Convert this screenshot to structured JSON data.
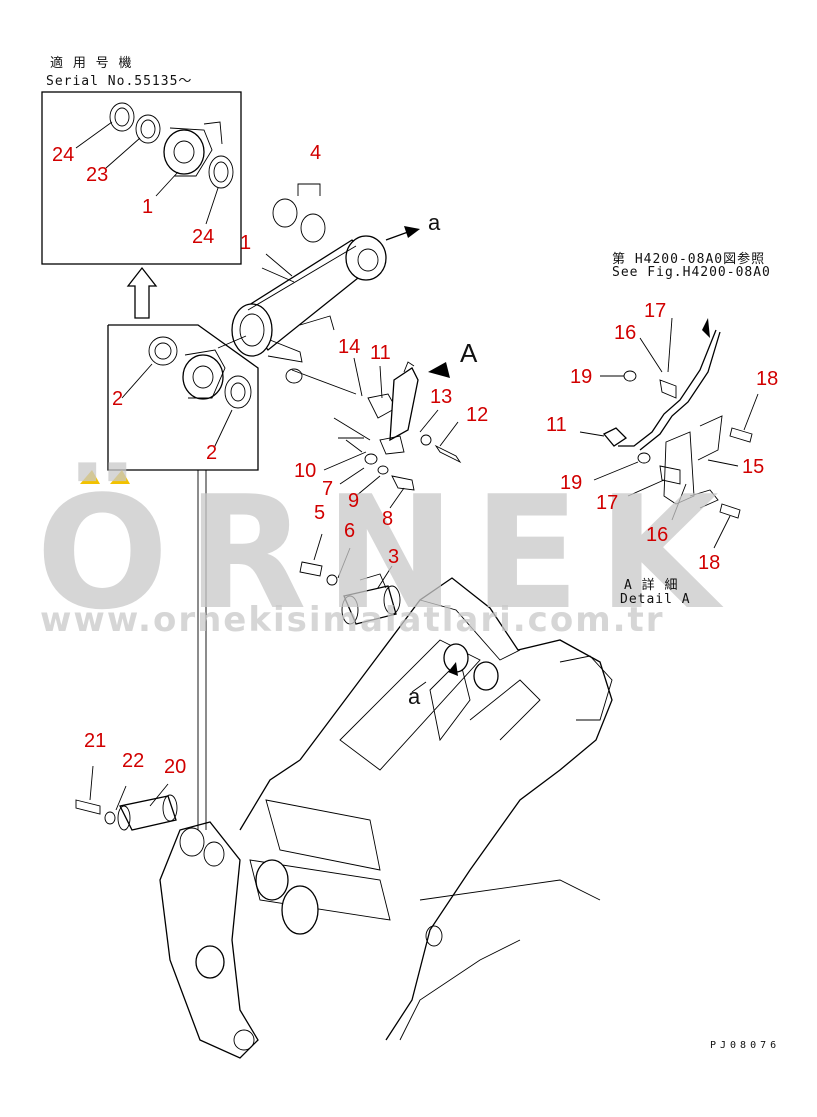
{
  "header": {
    "serial_jp": "適 用 号 機",
    "serial_en": "Serial No.55135～"
  },
  "reference": {
    "jp": "第 H4200-08A0図参照",
    "en": "See Fig.H4200-08A0"
  },
  "detail": {
    "jp": "A 詳 細",
    "en": "Detail A"
  },
  "view_letters": {
    "a_top": "a",
    "a_bottom": "a",
    "A": "A"
  },
  "drawing_code": "PJ08076",
  "watermark": {
    "word": "ÖRNEK",
    "url": "www.ornekisimalatlari.com.tr"
  },
  "callouts": [
    "24",
    "23",
    "1",
    "24",
    "4",
    "1",
    "2",
    "2",
    "14",
    "11",
    "13",
    "12",
    "10",
    "7",
    "9",
    "8",
    "5",
    "6",
    "3",
    "21",
    "22",
    "20",
    "17",
    "16",
    "19",
    "18",
    "11",
    "15",
    "19",
    "17",
    "16",
    "18"
  ],
  "colors": {
    "callout": "#d10000",
    "line": "#000000",
    "watermark": "#c9c9c9",
    "watermark_accent": "#f2c200"
  }
}
